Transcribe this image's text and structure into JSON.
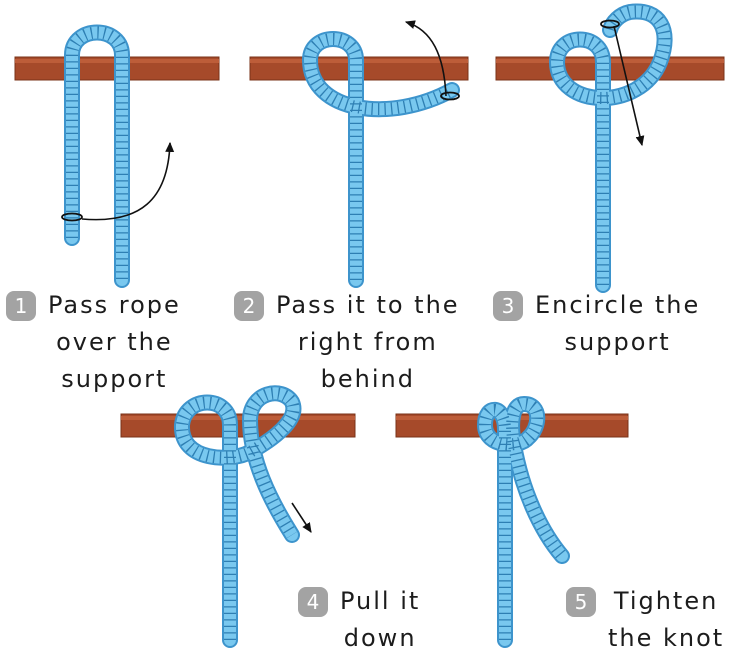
{
  "steps": [
    {
      "number": "1",
      "lines": [
        "Pass rope",
        "over the",
        "support"
      ]
    },
    {
      "number": "2",
      "lines": [
        "Pass it to the",
        "right from",
        "behind"
      ]
    },
    {
      "number": "3",
      "lines": [
        "Encircle the",
        "support"
      ]
    },
    {
      "number": "4",
      "lines": [
        "Pull it",
        "down"
      ]
    },
    {
      "number": "5",
      "lines": [
        "Tighten",
        "the knot"
      ]
    }
  ],
  "colors": {
    "support_bar": "#a64a2a",
    "rope": "#79c8ef",
    "rope_edge": "#3d94cc",
    "badge": "#a3a3a3",
    "text": "#1c1c1c"
  }
}
